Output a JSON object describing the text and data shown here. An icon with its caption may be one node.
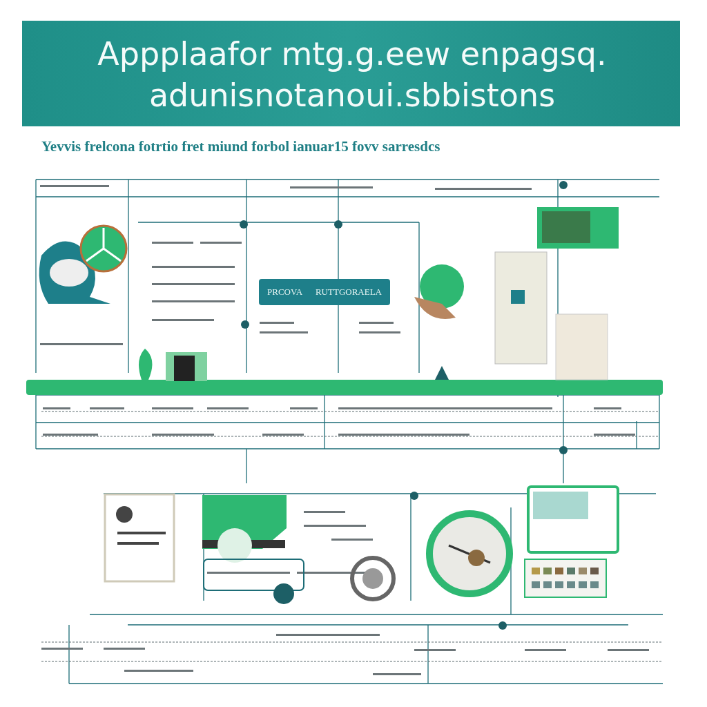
{
  "diagram": {
    "title": "Appplaafor mtg.g.eew enpagsq. adunisnotanoui.sbbistons",
    "nodes": [
      {
        "text": [
          "PRCOVA",
          "RUTTGORAELA"
        ]
      }
    ],
    "labels": [
      "Yevvis frelcona fotrtio fret miund forbol ianuar15 fovv sarresdcs"
    ]
  }
}
